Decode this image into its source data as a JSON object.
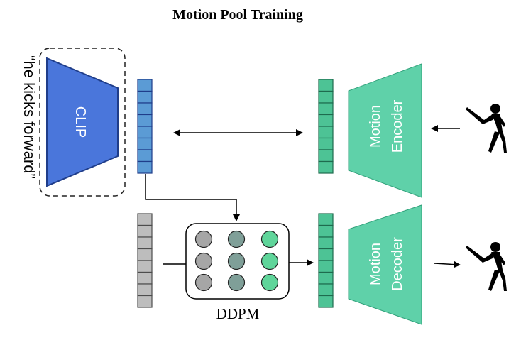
{
  "title": "Motion Pool Training",
  "prompt_text": "“he kicks forward”",
  "clip_label": "CLIP",
  "encoder_label": [
    "Motion",
    "Encoder"
  ],
  "decoder_label": [
    "Motion",
    "Decoder"
  ],
  "ddpm_label": "DDPM",
  "colors": {
    "clip_blue": "#4A76DB",
    "clip_cell": "#5B9BD5",
    "motion_green": "#5FD1A9",
    "green_cell": "#4DC395",
    "gray_cell": "#BDBDBD",
    "node_gray": "#A6A6A6",
    "node_teal": "#7F9F98",
    "node_green": "#5FD59A"
  },
  "icons": [
    "kicking-person-icon",
    "kicking-person-icon"
  ]
}
